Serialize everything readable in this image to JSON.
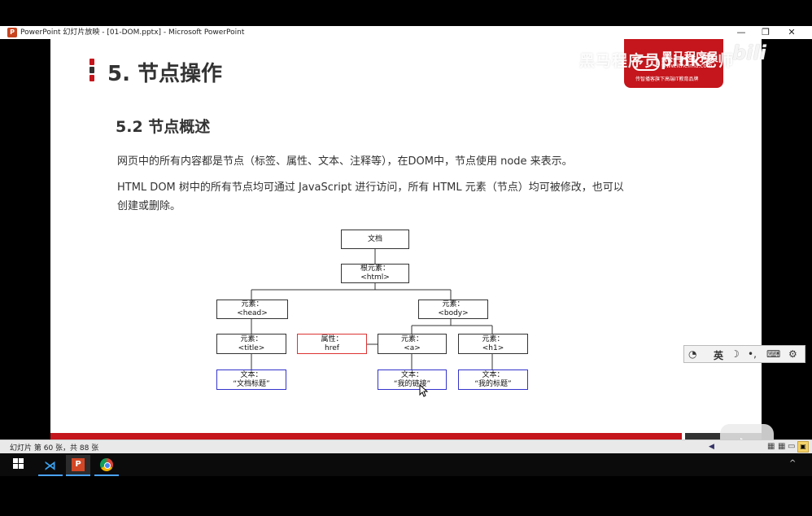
{
  "window": {
    "title": "PowerPoint 幻灯片放映 - [01-DOM.pptx] - Microsoft PowerPoint",
    "app_icon": "P",
    "controls": [
      "—",
      "❐",
      "✕"
    ]
  },
  "slide": {
    "section_title": "5. 节点操作",
    "subtitle": "5.2 节点概述",
    "paragraph1": "网页中的所有内容都是节点（标签、属性、文本、注释等），在DOM中，节点使用 node 来表示。",
    "paragraph2_line1": "HTML DOM 树中的所有节点均可通过 JavaScript 进行访问，所有 HTML 元素（节点）均可被修改，也可以",
    "paragraph2_line2": "创建或删除。",
    "logo": {
      "line1": "黑马程序员",
      "line2": "www.itheima.com",
      "line3": "传智播客旗下高端IT教育品牌"
    },
    "watermark": "黑马程序员pink老师",
    "bili": "bili"
  },
  "tree": {
    "doc": "文档",
    "root_l1": "根元素：",
    "root_l2": "<html>",
    "head_l1": "元素：",
    "head_l2": "<head>",
    "body_l1": "元素：",
    "body_l2": "<body>",
    "title_l1": "元素：",
    "title_l2": "<title>",
    "attr_l1": "属性：",
    "attr_l2": "href",
    "a_l1": "元素：",
    "a_l2": "<a>",
    "h1_l1": "元素：",
    "h1_l2": "<h1>",
    "t1_l1": "文本：",
    "t1_l2": "“文档标题”",
    "t2_l1": "文本：",
    "t2_l2": "“我的链接”",
    "t3_l1": "文本：",
    "t3_l2": "“我的标题”"
  },
  "ime": {
    "lang": "英"
  },
  "statusbar": {
    "text": "幻灯片 第 60 张，共 88 张"
  },
  "colors": {
    "accent_red": "#c4161c",
    "attr_border": "#dd3333",
    "text_border": "#3333cc"
  }
}
